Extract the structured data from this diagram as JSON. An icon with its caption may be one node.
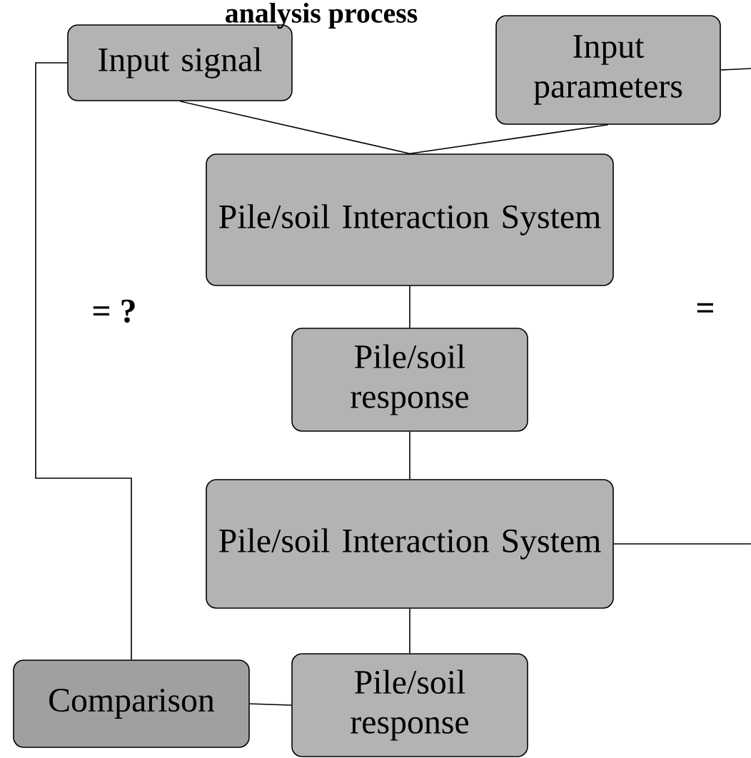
{
  "diagram": {
    "title": "analysis process",
    "nodes": [
      {
        "text": [
          "Input signal"
        ]
      },
      {
        "text": [
          "Input parameters"
        ]
      },
      {
        "text": [
          "Pile/soil Interaction System"
        ]
      },
      {
        "text": [
          "Pile/soil response"
        ]
      },
      {
        "text": [
          "Pile/soil Interaction System"
        ]
      },
      {
        "text": [
          "Pile/soil response"
        ]
      },
      {
        "text": [
          "Comparison"
        ]
      }
    ],
    "edges": [
      {
        "from": 0,
        "to": 2,
        "arrow": "none"
      },
      {
        "from": 1,
        "to": 2,
        "arrow": "none"
      },
      {
        "from": 2,
        "to": 3,
        "arrow": "none"
      },
      {
        "from": 3,
        "to": 4,
        "arrow": "none"
      },
      {
        "from": 4,
        "to": 5,
        "arrow": "none"
      },
      {
        "from": 5,
        "to": 6,
        "arrow": "none"
      },
      {
        "from": 0,
        "to": 6,
        "arrow": "none"
      },
      {
        "from": 1,
        "to": null,
        "arrow": "none"
      },
      {
        "from": 4,
        "to": null,
        "arrow": "none"
      }
    ],
    "labels": [
      "= ?",
      "="
    ]
  }
}
